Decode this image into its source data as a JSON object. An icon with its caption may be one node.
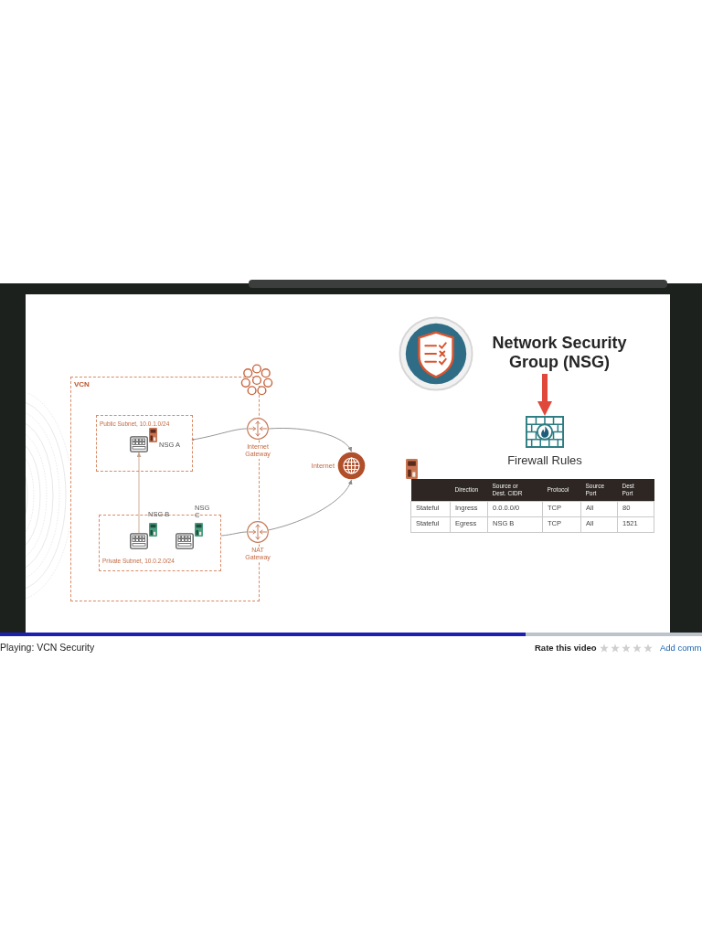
{
  "diagram": {
    "nodes": [
      {
        "text": [
          "VCN"
        ]
      },
      {
        "text": [
          "Public Subnet, 10.0.1.0/24"
        ],
        "in": 0
      },
      {
        "text": [],
        "shape": "picture",
        "beside": [
          "NSG A"
        ],
        "in": 1
      },
      {
        "text": [
          "Private Subnet, 10.0.2.0/24"
        ],
        "in": 0
      },
      {
        "text": [],
        "shape": "picture",
        "beside": [
          "NSG B"
        ],
        "in": 3
      },
      {
        "text": [],
        "shape": "picture",
        "beside": [
          "NSG C"
        ],
        "in": 3
      },
      {
        "text": [],
        "shape": "circle",
        "beside": [
          "Internet Gateway"
        ]
      },
      {
        "text": [],
        "shape": "circle",
        "beside": [
          "NAT Gateway"
        ]
      },
      {
        "text": [],
        "shape": "circle",
        "beside": [
          "Internet"
        ]
      },
      {
        "text": [
          "Network Security Group (NSG)"
        ]
      },
      {
        "text": [],
        "shape": "picture",
        "beside": [
          "Firewall Rules"
        ]
      }
    ],
    "edges": [
      {
        "from": 1,
        "to": 6,
        "arrow": "other"
      },
      {
        "from": 6,
        "to": 8,
        "arrow": "to"
      },
      {
        "from": 3,
        "to": 7,
        "arrow": "none"
      },
      {
        "from": 7,
        "to": 8,
        "arrow": "to"
      },
      {
        "from": 4,
        "to": 2,
        "arrow": "to",
        "color": "#c9a48c"
      },
      {
        "from": 9,
        "to": 10,
        "arrow": "to",
        "style": "thick",
        "color": "#e0483b"
      }
    ],
    "labels": [
      "Direction",
      "Source or Dest. CIDR",
      "Protocol",
      "Source Port",
      "Dest Port",
      "Stateful",
      "Ingress",
      "0.0.0.0/0",
      "TCP",
      "All",
      "80",
      "Stateful",
      "Egress",
      "NSG B",
      "TCP",
      "All",
      "1521",
      "Playing: VCN Security",
      "Rate this video",
      "Add comm"
    ]
  }
}
